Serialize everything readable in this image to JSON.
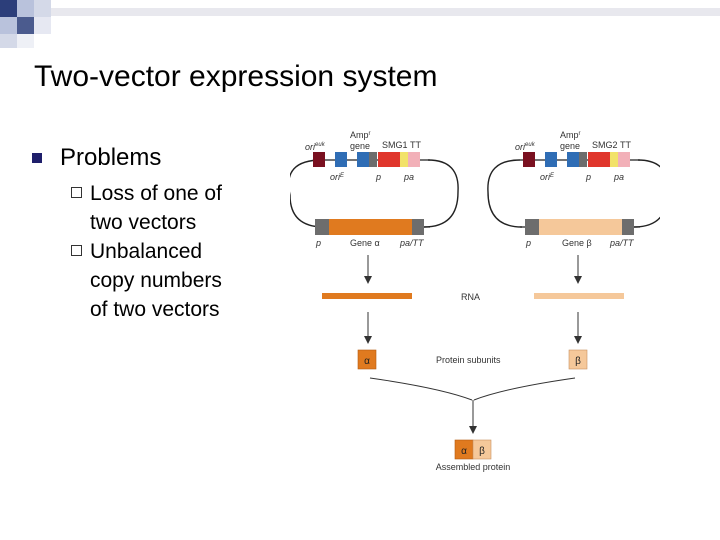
{
  "slide": {
    "title": "Two-vector expression system",
    "bullet": "Problems",
    "sub_bullets": [
      {
        "lines": [
          "Loss of one of",
          "two vectors"
        ]
      },
      {
        "lines": [
          "Unbalanced",
          "copy numbers",
          "of two vectors"
        ]
      }
    ]
  },
  "diagram": {
    "vector1": {
      "ori_euk": "ori",
      "ori_euk_sup": "euk",
      "amp": "Amp",
      "amp_sup": "r",
      "gene": "gene",
      "smg": "SMG1",
      "tt": "TT",
      "ori_e": "ori",
      "ori_e_sup": "E",
      "p_top": "p",
      "pa_top": "pa",
      "p_bottom": "p",
      "gene_label": "Gene α",
      "pa_tt": "pa/TT"
    },
    "vector2": {
      "ori_euk": "ori",
      "ori_euk_sup": "euk",
      "amp": "Amp",
      "amp_sup": "r",
      "gene": "gene",
      "smg": "SMG2",
      "tt": "TT",
      "ori_e": "ori",
      "ori_e_sup": "E",
      "p_top": "p",
      "pa_top": "pa",
      "p_bottom": "p",
      "gene_label": "Gene β",
      "pa_tt": "pa/TT"
    },
    "rna": "RNA",
    "protein_subunits": "Protein subunits",
    "alpha": "α",
    "beta": "β",
    "assembled_protein": "Assembled protein",
    "colors": {
      "alpha_orange": "#e07a1f",
      "beta_peach": "#f5c89a",
      "dark_red": "#7a1020",
      "blue": "#2f6db5",
      "red": "#e0362c",
      "yellow": "#f2e26a",
      "pink": "#f2b0b8",
      "gray": "#6d6d6d"
    }
  }
}
